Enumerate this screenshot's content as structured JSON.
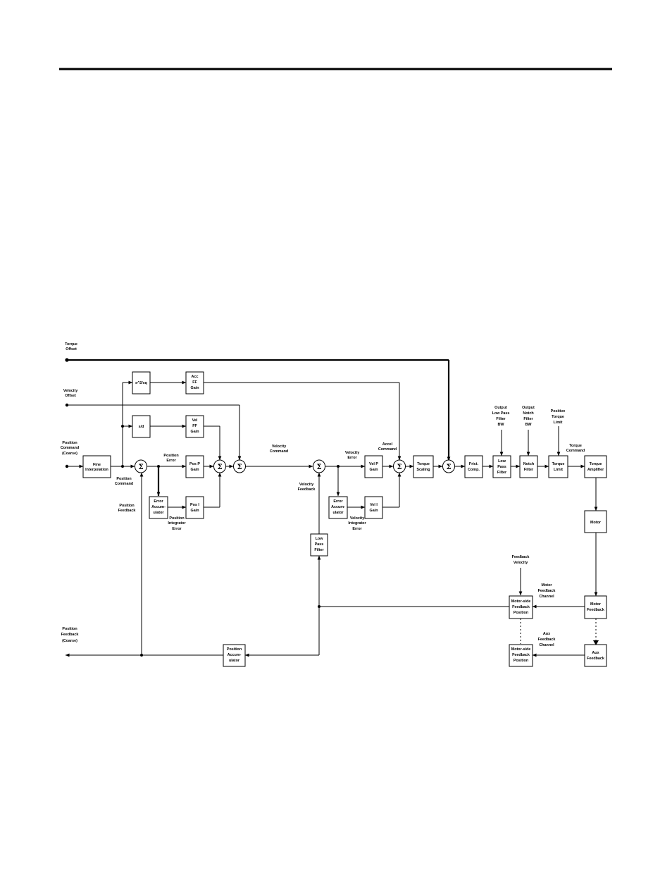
{
  "blocks": {
    "fine_interp": [
      "Fine",
      "Interpolation"
    ],
    "s2_deriv": [
      "s^2/sq"
    ],
    "s_deriv": [
      "s/d"
    ],
    "acc_ff_gain": [
      "Acc",
      "FF",
      "Gain"
    ],
    "vel_ff_gain": [
      "Vel",
      "FF",
      "Gain"
    ],
    "pos_p_gain": [
      "Pos P",
      "Gain"
    ],
    "pos_i_gain": [
      "Pos I",
      "Gain"
    ],
    "pos_error_accum": [
      "Error",
      "Accum-",
      "ulator"
    ],
    "vel_p_gain": [
      "Vel P",
      "Gain"
    ],
    "vel_i_gain": [
      "Vel I",
      "Gain"
    ],
    "vel_error_accum": [
      "Error",
      "Accum-",
      "ulator"
    ],
    "low_pass_filter": [
      "Low",
      "Pass",
      "Filter"
    ],
    "torque_scaling": [
      "Torque",
      "Scaling"
    ],
    "friction_comp": [
      "Frict.",
      "Comp."
    ],
    "output_low_pass": [
      "Low",
      "Pass",
      "Filter"
    ],
    "notch_filter": [
      "Notch",
      "Filter"
    ],
    "torque_limit": [
      "Torque",
      "Limit"
    ],
    "torque_amplifier": [
      "Torque",
      "Amplifier"
    ],
    "motor": [
      "Motor"
    ],
    "motor_feedback": [
      "Motor",
      "Feedback"
    ],
    "aux_feedback": [
      "Aux",
      "Feedback"
    ],
    "motor_fb_position": [
      "Motor-side",
      "Feedback",
      "Position"
    ],
    "aux_fb_position": [
      "Motor-side",
      "Feedback",
      "Position"
    ],
    "position_accumulator": [
      "Position",
      "Accum-",
      "ulator"
    ]
  },
  "sum_symbol": "Σ",
  "labels": {
    "torque_offset": [
      "Torque",
      "Offset"
    ],
    "velocity_offset": [
      "Velocity",
      "Offset"
    ],
    "position_command": [
      "Position",
      "Command",
      "(Coarse)"
    ],
    "position_command_fine": [
      "Position",
      "Command"
    ],
    "position_error": [
      "Position",
      "Error"
    ],
    "position_feedback": [
      "Position",
      "Feedback"
    ],
    "position_integrator_error": [
      "Position",
      "Integrator",
      "Error"
    ],
    "velocity_command": [
      "Velocity",
      "Command"
    ],
    "velocity_error": [
      "Velocity",
      "Error"
    ],
    "velocity_feedback": [
      "Velocity",
      "Feedback"
    ],
    "velocity_integrator_error": [
      "Velocity",
      "Integrator",
      "Error"
    ],
    "accel_command": [
      "Accel",
      "Command"
    ],
    "output_lp_filter_bw": [
      "Output",
      "Low Pass",
      "Filter",
      "BW"
    ],
    "output_notch_filter_bw": [
      "Output",
      "Notch",
      "Filter",
      "BW"
    ],
    "positive_torque_limit": [
      "Positive",
      "Torque",
      "Limit"
    ],
    "torque_command": [
      "Torque",
      "Command"
    ],
    "feedback_velocity": [
      "Feedback",
      "Velocity"
    ],
    "motor_feedback_channel": [
      "Motor",
      "Feedback",
      "Channel"
    ],
    "aux_feedback_channel": [
      "Aux",
      "Feedback",
      "Channel"
    ],
    "position_feedback_coarse": [
      "Position",
      "Feedback",
      "(Coarse)"
    ]
  }
}
